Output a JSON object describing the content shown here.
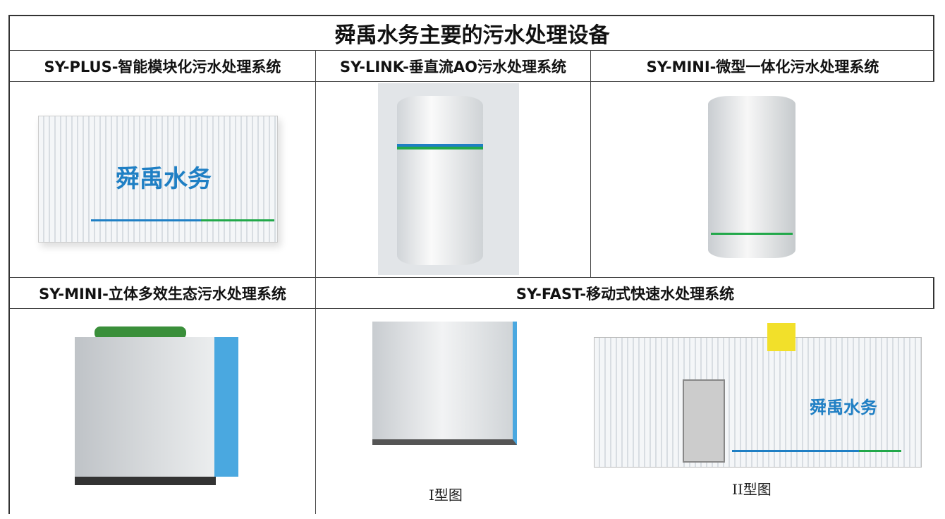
{
  "title": "舜禹水务主要的污水处理设备",
  "headers": [
    "SY-PLUS-智能模块化污水处理系统",
    "SY-LINK-垂直流AO污水处理系统",
    "SY-MINI-微型一体化污水处理系统",
    "SY-MINI-立体多效生态污水处理系统",
    "SY-FAST-移动式快速水处理系统"
  ],
  "captions": {
    "type1": "I型图",
    "type2": "II型图"
  },
  "logo_text": "舜禹水务",
  "colors": {
    "blue": "#1f7fc4",
    "green": "#22a84a",
    "panel_blue": "#4aa8e0"
  }
}
